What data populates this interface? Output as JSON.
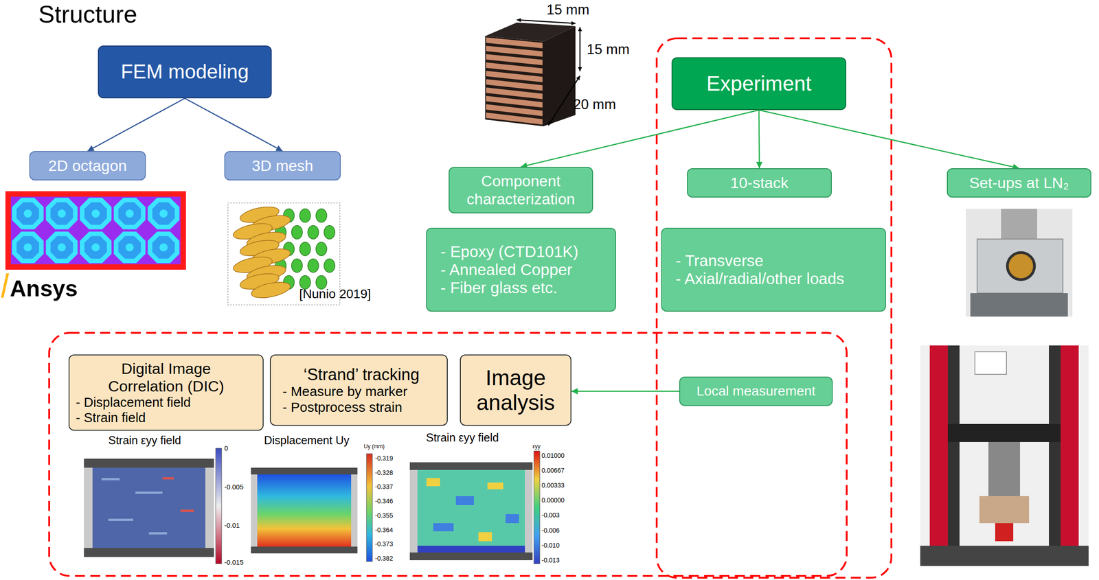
{
  "diagram": {
    "title": "Structure",
    "nodes": [
      {
        "text": [
          "FEM modeling"
        ]
      },
      {
        "text": [
          "2D octagon"
        ]
      },
      {
        "text": [
          "3D mesh"
        ]
      },
      {
        "text": [
          "Experiment"
        ]
      },
      {
        "text": [
          "Component characterization"
        ]
      },
      {
        "text": [
          "10-stack"
        ]
      },
      {
        "text": [
          "Set-ups at LN₂"
        ]
      },
      {
        "text": [
          "- Epoxy (CTD101K)",
          "- Annealed Copper",
          "- Fiber glass etc."
        ]
      },
      {
        "text": [
          "- Transverse",
          "- Axial/radial/other loads"
        ]
      },
      {
        "text": [
          "Local measurement"
        ]
      },
      {
        "text": [
          "Digital Image Correlation (DIC)",
          "- Displacement field",
          "- Strain field"
        ]
      },
      {
        "text": [
          "‘Strand’ tracking",
          "- Measure by marker",
          "- Postprocess strain"
        ]
      },
      {
        "text": [
          "Image analysis"
        ]
      }
    ],
    "edges": [
      {
        "from": 0,
        "to": 1,
        "arrow": "to"
      },
      {
        "from": 0,
        "to": 2,
        "arrow": "to"
      },
      {
        "from": 3,
        "to": 4,
        "arrow": "to"
      },
      {
        "from": 3,
        "to": 5,
        "arrow": "to"
      },
      {
        "from": 3,
        "to": 6,
        "arrow": "to"
      },
      {
        "from": 9,
        "to": 12,
        "arrow": "to"
      }
    ],
    "labels": [
      "15 mm",
      "15 mm",
      "20 mm",
      "Ansys",
      "[Nunio 2019]",
      "Strain εyy field",
      "Displacement Uy",
      "Strain εyy field",
      "0",
      "-0.005",
      "-0.01",
      "-0.015",
      "Uy (mm)",
      "-0.319",
      "-0.328",
      "-0.337",
      "-0.346",
      "-0.355",
      "-0.364",
      "-0.373",
      "-0.382",
      "εyy",
      "0.01000",
      "0.00667",
      "0.00333",
      "0.00000",
      "-0.003",
      "-0.006",
      "-0.010",
      "-0.013"
    ]
  }
}
